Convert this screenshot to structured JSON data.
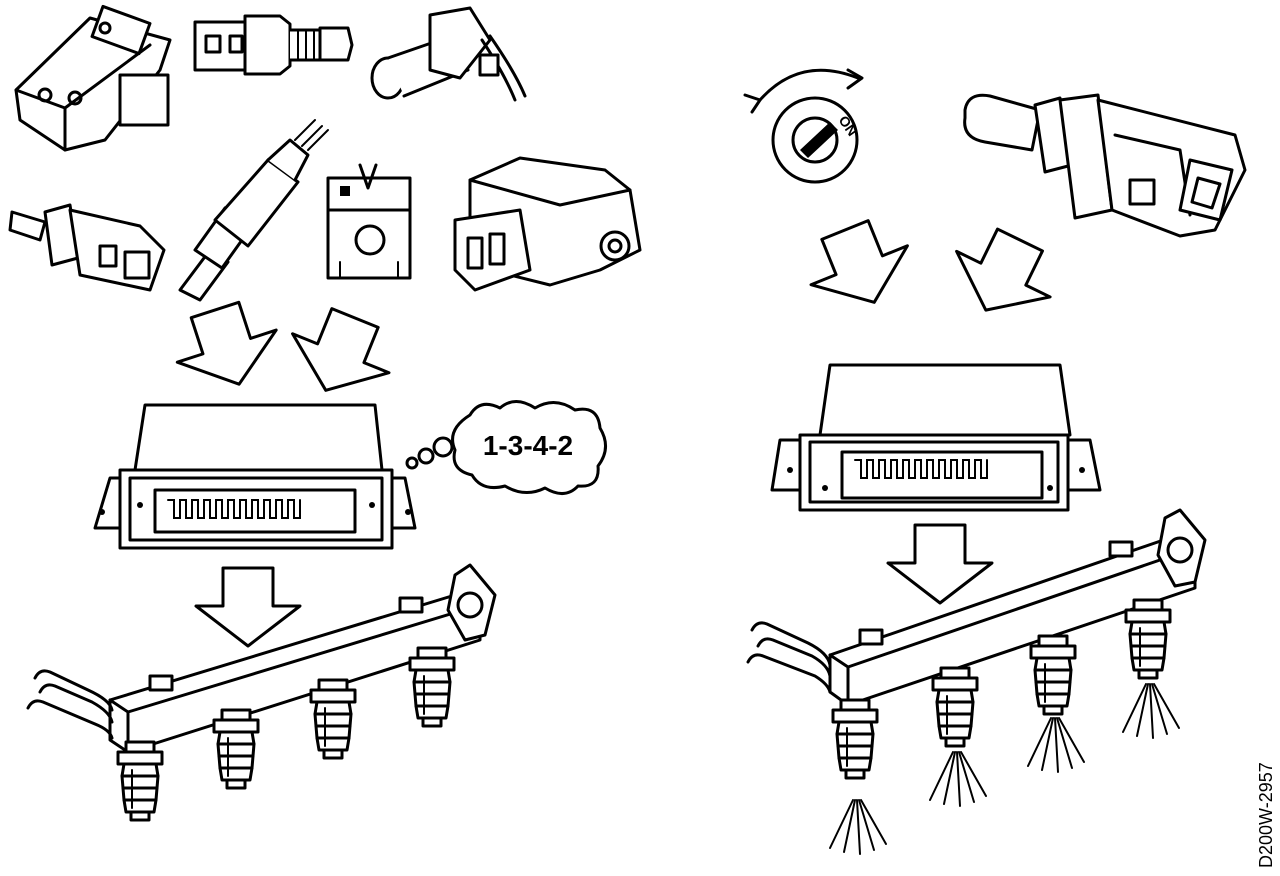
{
  "firing_order_label": "1-3-4-2",
  "ignition_switch_label": "ON",
  "drawing_code": "D200W-2957",
  "left_panel": {
    "sensors": [
      "map-sensor",
      "temperature-switch",
      "crank-sensor",
      "coolant-temp-sensor",
      "oxygen-sensor",
      "distributor-marker",
      "throttle-position-sensor"
    ],
    "injector_count": 4,
    "injectors_spraying": 0
  },
  "right_panel": {
    "inputs": [
      "ignition-switch",
      "coolant-temp-sensor"
    ],
    "injector_count": 4,
    "injectors_spraying": 4
  }
}
